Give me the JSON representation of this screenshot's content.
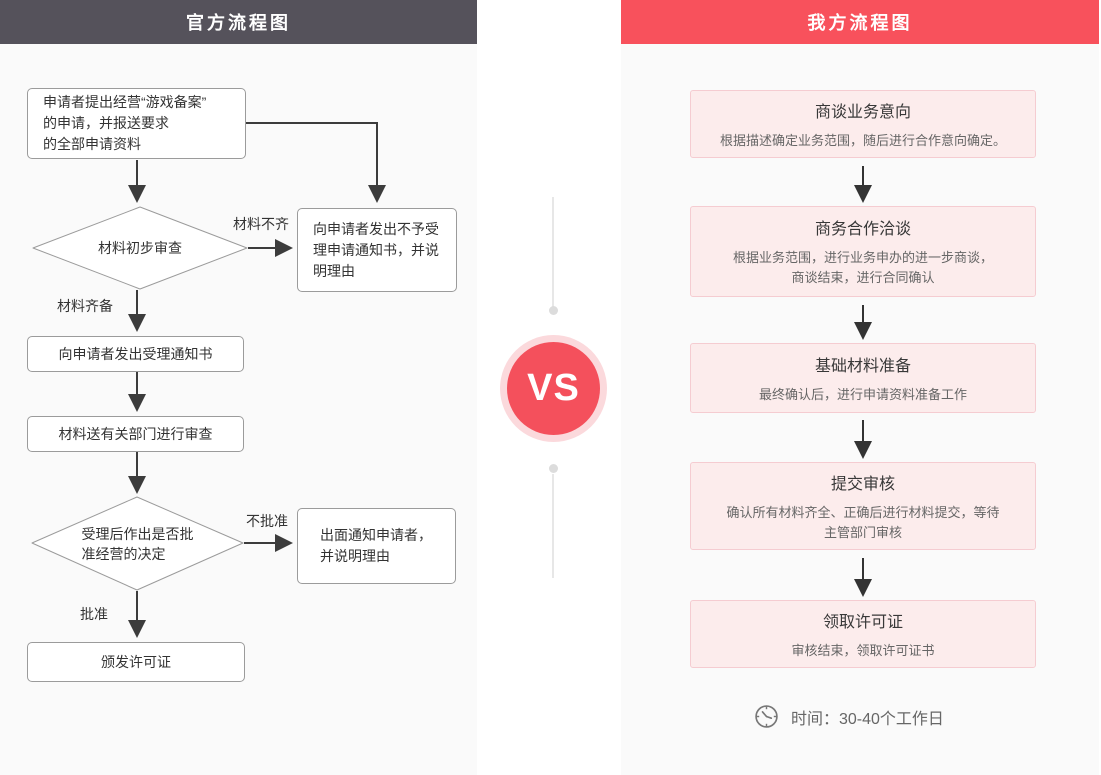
{
  "colors": {
    "left_header_bg": "#55525b",
    "right_header_bg": "#f8515c",
    "panel_bg": "#fafafa",
    "vs_red": "#f4505c",
    "vs_ring": "#fbd9dc",
    "pink_box_bg": "#fcecec",
    "pink_box_border": "#f5ccd1",
    "flow_box_border": "#9b9b9b",
    "arrow_color": "#3c3c3c"
  },
  "left_panel": {
    "title": "官方流程图",
    "nodes": {
      "apply": "申请者提出经营“游戏备案”\n的申请，并报送要求\n的全部申请资料",
      "initial_review": "材料初步审查",
      "reject_notice": "向申请者发出不予受\n理申请通知书，并说\n明理由",
      "accept_notice": "向申请者发出受理通知书",
      "dept_review": "材料送有关部门进行审查",
      "approval_decision": "受理后作出是否批\n准经营的决定",
      "notify_applicant": "出面通知申请者，\n并说明理由",
      "issue_license": "颁发许可证"
    },
    "edge_labels": {
      "incomplete": "材料不齐",
      "complete": "材料齐备",
      "not_approved": "不批准",
      "approved": "批准"
    }
  },
  "vs_label": "VS",
  "right_panel": {
    "title": "我方流程图",
    "steps": [
      {
        "title": "商谈业务意向",
        "desc": "根据描述确定业务范围，随后进行合作意向确定。"
      },
      {
        "title": "商务合作洽谈",
        "desc": "根据业务范围，进行业务申办的进一步商谈，\n商谈结束，进行合同确认"
      },
      {
        "title": "基础材料准备",
        "desc": "最终确认后，进行申请资料准备工作"
      },
      {
        "title": "提交审核",
        "desc": "确认所有材料齐全、正确后进行材料提交，等待\n主管部门审核"
      },
      {
        "title": "领取许可证",
        "desc": "审核结束，领取许可证书"
      }
    ],
    "footer_text": "时间：30-40个工作日"
  }
}
